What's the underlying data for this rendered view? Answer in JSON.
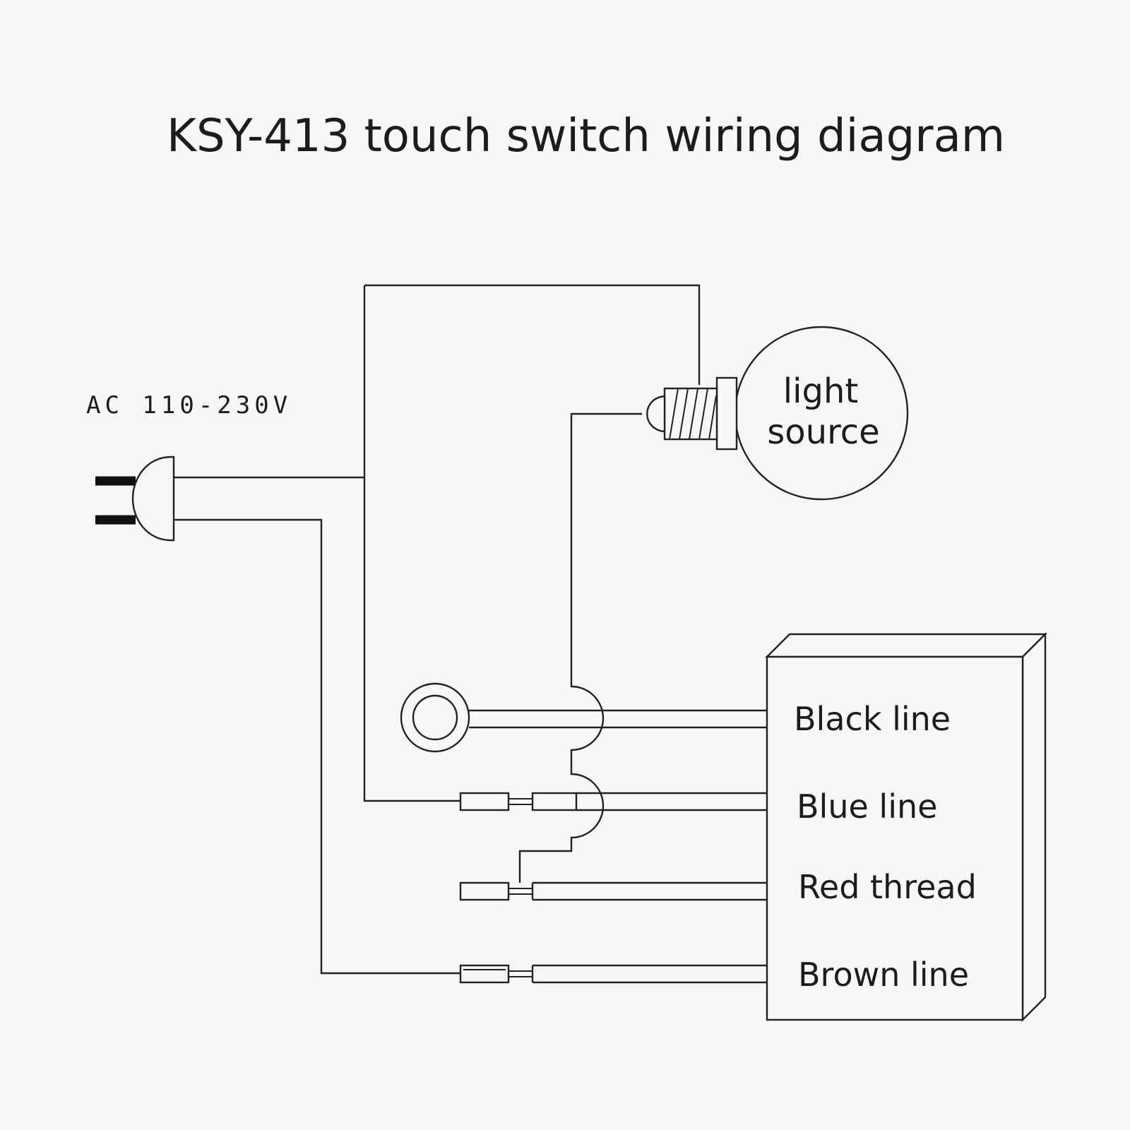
{
  "title": "KSY-413 touch switch wiring diagram",
  "power": {
    "voltage_label": "AC 110-230V"
  },
  "light": {
    "label_line1": "light",
    "label_line2": "source"
  },
  "module": {
    "wires": [
      {
        "label": "Black line"
      },
      {
        "label": "Blue line"
      },
      {
        "label": "Red thread"
      },
      {
        "label": "Brown line"
      }
    ]
  }
}
